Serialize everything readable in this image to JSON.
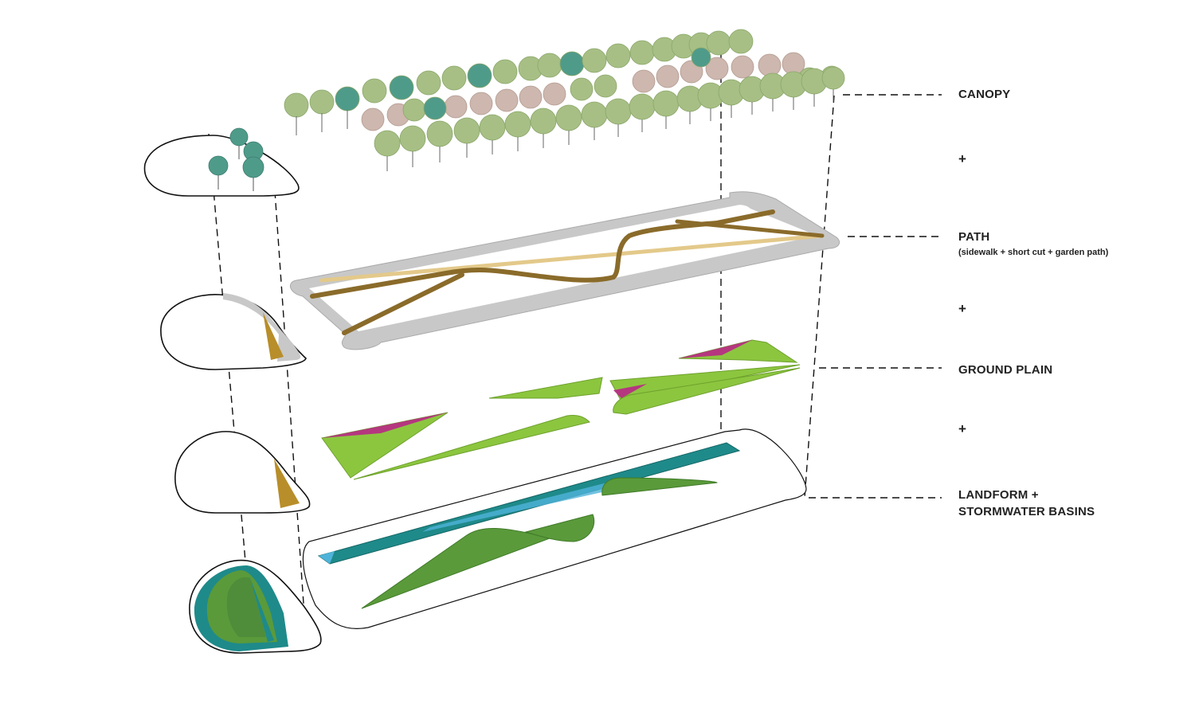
{
  "layers": {
    "canopy": {
      "label": "CANOPY"
    },
    "path": {
      "label": "PATH",
      "sublabel": "(sidewalk + short cut + garden path)"
    },
    "ground": {
      "label": "GROUND PLAIN"
    },
    "landform": {
      "label_line1": "LANDFORM +",
      "label_line2": "STORMWATER BASINS"
    }
  },
  "operators": {
    "plus": "+"
  },
  "colors": {
    "tree_canopy": "#a7bf85",
    "tree_teal": "#4f9b8a",
    "tree_blossom": "#cdb7ae",
    "path_gray": "#c8c8c8",
    "path_brown": "#8a6b2a",
    "path_tan": "#e3c98a",
    "ground_green": "#8cc63f",
    "ground_magenta": "#b5377f",
    "landform_green": "#5a9a3a",
    "basin_teal": "#1f8a8a",
    "basin_blue": "#4fb3d9",
    "section_ochre": "#b88e2a"
  }
}
